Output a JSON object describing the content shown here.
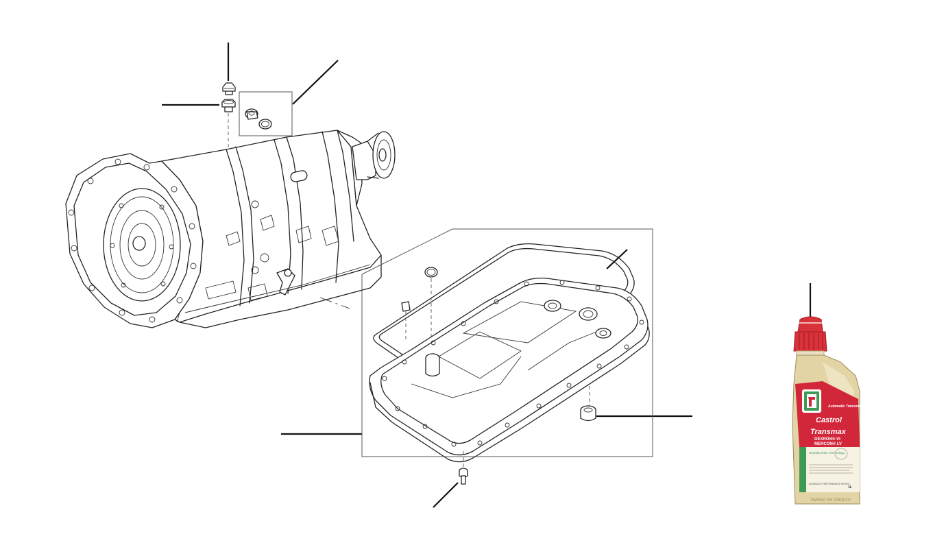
{
  "bottle": {
    "brand": "Castrol",
    "product": "Transmax",
    "spec1": "DEXRON®-VI",
    "spec2": "MERCON® LV",
    "badge": "Automatic Transmission Fluid",
    "tagline": "Smooth Drive Technology",
    "series": "ADVANCED PERFORMANCE SERIES",
    "volume": "1L",
    "code": "2W5910 SS D06101V",
    "colors": {
      "cap": "#d8323a",
      "label_red": "#d2263a",
      "label_green": "#3f9a55",
      "body": "#e3d4a6"
    }
  },
  "icons": {
    "transmission": "automatic-transmission-illustration",
    "oil_pan": "oil-pan-with-gasket-illustration",
    "plug": "drain-plug-icon",
    "bolt": "pan-bolt-icon",
    "oring": "o-ring-icon"
  }
}
